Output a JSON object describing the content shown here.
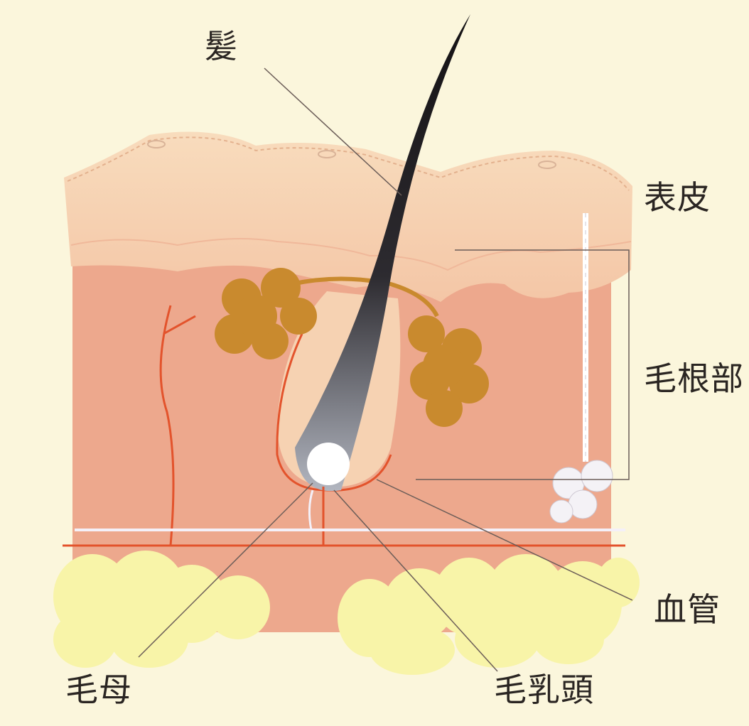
{
  "labels": {
    "hair": "髪",
    "epidermis": "表皮",
    "root": "毛根部",
    "vessel": "血管",
    "matrix": "毛母",
    "papilla": "毛乳頭"
  },
  "colors": {
    "background": "#fbf6dc",
    "epidermis_top": "#f7d8b8",
    "epidermis_bottom": "#f3c3a4",
    "dermis": "#eea58b",
    "sebaceous_gland": "#c98a2e",
    "fat": "#f7f3a6",
    "hair_dark": "#1c1a1c",
    "hair_light": "#a9adb8",
    "vessel": "#e3532c",
    "leader_line": "#6b5d58"
  }
}
